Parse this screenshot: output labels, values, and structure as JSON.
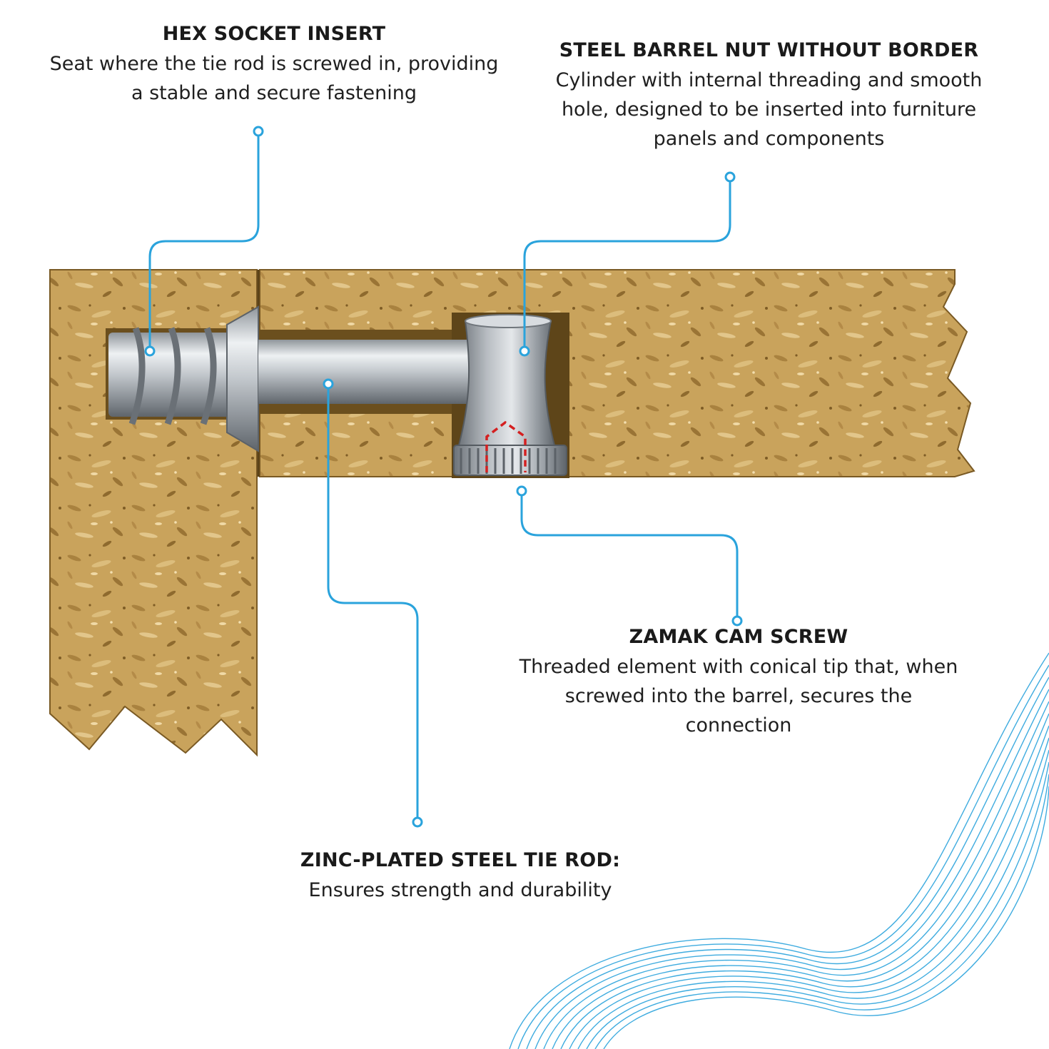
{
  "colors": {
    "accent": "#2aa3dc",
    "wood": "#c9a35c",
    "wood_dark": "#9c7a3c",
    "steel": "#c4c8cc",
    "marker": "#d42020"
  },
  "labels": {
    "hex": {
      "title": "HEX SOCKET INSERT",
      "text": "Seat where the tie rod is screwed in, providing a stable and secure fastening"
    },
    "barrel": {
      "title": "STEEL BARREL NUT WITHOUT BORDER",
      "text": "Cylinder with internal threading and smooth hole, designed to be inserted into furniture panels and components"
    },
    "cam": {
      "title": "ZAMAK CAM SCREW",
      "text": "Threaded element with conical tip that, when screwed into the barrel, secures the connection"
    },
    "rod": {
      "title": "ZINC-PLATED STEEL TIE ROD:",
      "text": "Ensures strength and durability"
    }
  }
}
